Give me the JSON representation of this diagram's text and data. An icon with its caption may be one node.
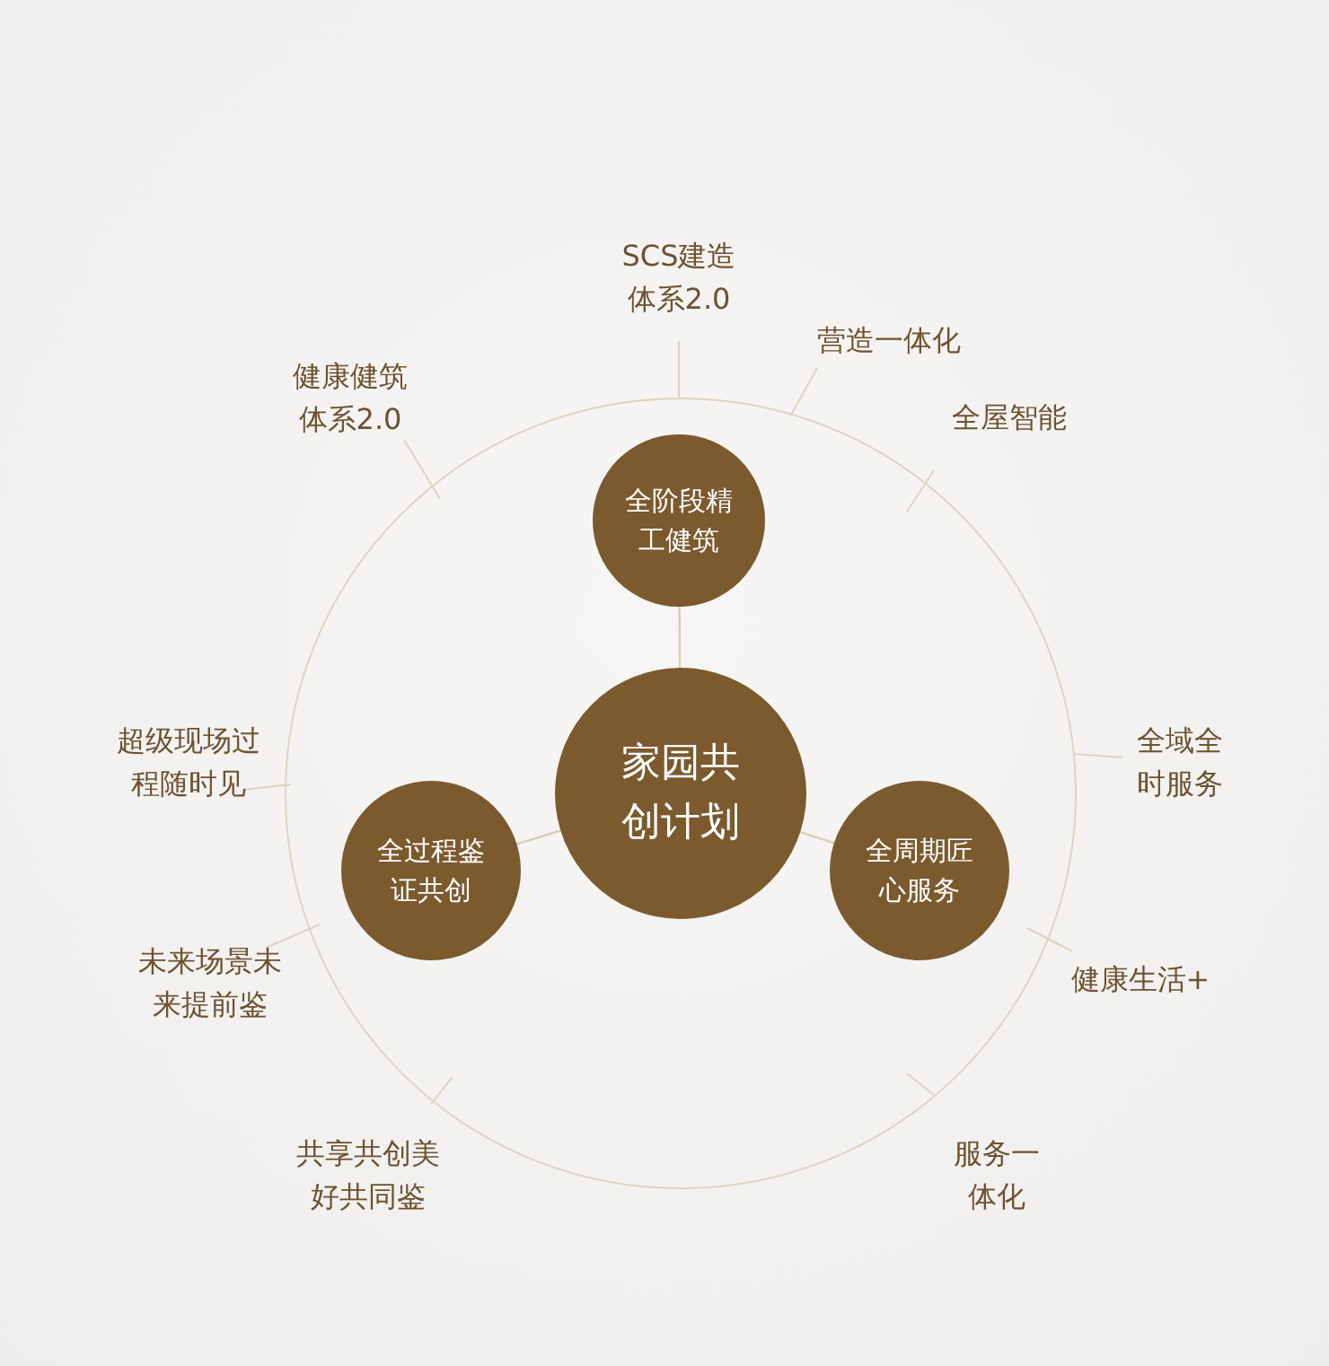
{
  "diagram": {
    "nodes": [
      {
        "text": [
          "家园共创计划"
        ]
      },
      {
        "text": [
          "全阶段精工健筑"
        ]
      },
      {
        "text": [
          "全过程鉴证共创"
        ]
      },
      {
        "text": [
          "全周期匠心服务"
        ]
      }
    ],
    "edges": [
      {
        "from": 0,
        "to": 1,
        "arrow": "none"
      },
      {
        "from": 0,
        "to": 2,
        "arrow": "none"
      },
      {
        "from": 0,
        "to": 3,
        "arrow": "none"
      }
    ],
    "labels": [
      "SCS建造体系2.0",
      "营造一体化",
      "健康健筑体系2.0",
      "全屋智能",
      "超级现场过程随时见",
      "全域全时服务",
      "健康生活+",
      "未来场景未来提前鉴",
      "共享共创美好共同鉴",
      "服务一体化"
    ]
  }
}
